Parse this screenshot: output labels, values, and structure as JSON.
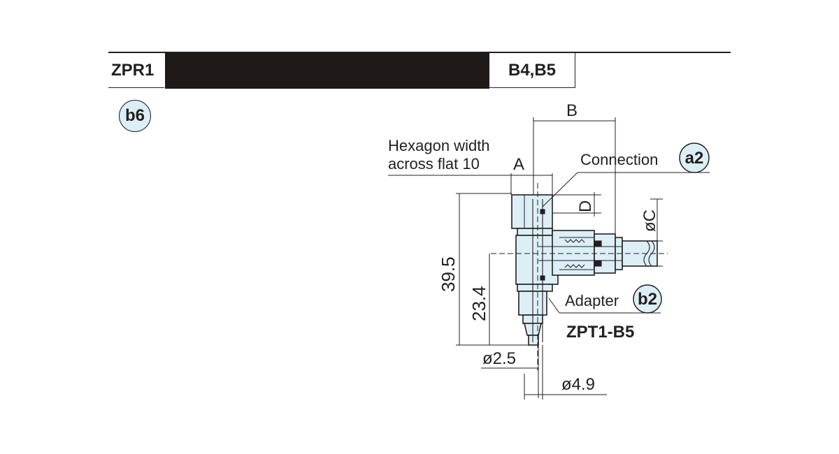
{
  "header": {
    "series": "ZPR1",
    "variant": "B4,B5"
  },
  "section_badge": "b6",
  "diagram": {
    "hexagon_line1": "Hexagon width",
    "hexagon_line2": "across flat 10",
    "dim_a": "A",
    "dim_b": "B",
    "dim_c": "øC",
    "dim_d": "D",
    "connection_label": "Connection",
    "connection_badge": "a2",
    "adapter_label": "Adapter",
    "adapter_badge": "b2",
    "adapter_part": "ZPT1-B5",
    "dim_height_total": "39.5",
    "dim_height_port": "23.4",
    "dim_diameter_small": "ø2.5",
    "dim_diameter_large": "ø4.9"
  },
  "colors": {
    "part_fill": "#dceff7",
    "badge_fill": "#dceff7",
    "header_bar": "#1f1a17",
    "ink": "#231f20"
  }
}
